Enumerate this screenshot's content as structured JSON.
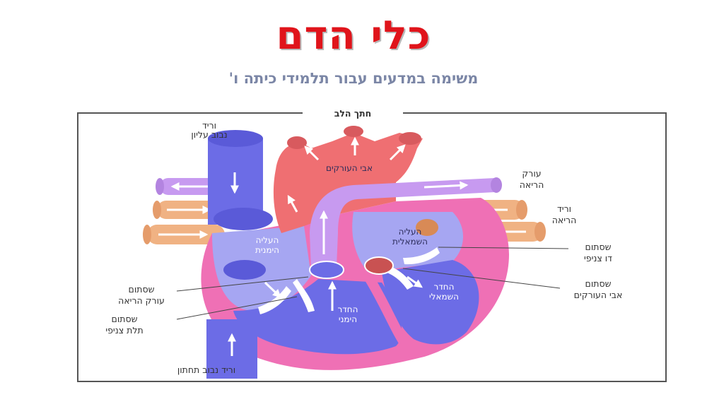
{
  "title": "כלי הדם",
  "subtitle": "משימה במדעים עבור תלמידי כיתה ו'",
  "diagram": {
    "frame_title": "חתך הלב",
    "labels": {
      "svc_1": "וריד",
      "svc_2": "נבוב עליון",
      "aorta": "אבי העורקים",
      "pulm_artery_1": "עורק",
      "pulm_artery_2": "הריאה",
      "pulm_vein_1": "וריד",
      "pulm_vein_2": "הריאה",
      "left_atrium_1": "העליה",
      "left_atrium_2": "השמאלית",
      "right_atrium_1": "העליה",
      "right_atrium_2": "הימנית",
      "mitral_1": "שסתום",
      "mitral_2": "דו צניפי",
      "aortic_valve_1": "שסתום",
      "aortic_valve_2": "אבי העורקים",
      "left_ventricle_1": "החדר",
      "left_ventricle_2": "השמאלי",
      "right_ventricle_1": "החדר",
      "right_ventricle_2": "הימני",
      "pulm_valve_1": "שסתום",
      "pulm_valve_2": "עורק הריאה",
      "tricuspid_1": "שסתום",
      "tricuspid_2": "תלת צניפי",
      "ivc": "וריד נבוב תחתון"
    },
    "colors": {
      "title": "#e0141b",
      "subtitle": "#7b86a6",
      "oxygenated": "#ef6f72",
      "deoxygenated": "#6c6ce6",
      "pulmonary_artery": "#c79af0",
      "pulmonary_vein": "#f0b283",
      "heart_wall": "#ef70b5"
    }
  }
}
